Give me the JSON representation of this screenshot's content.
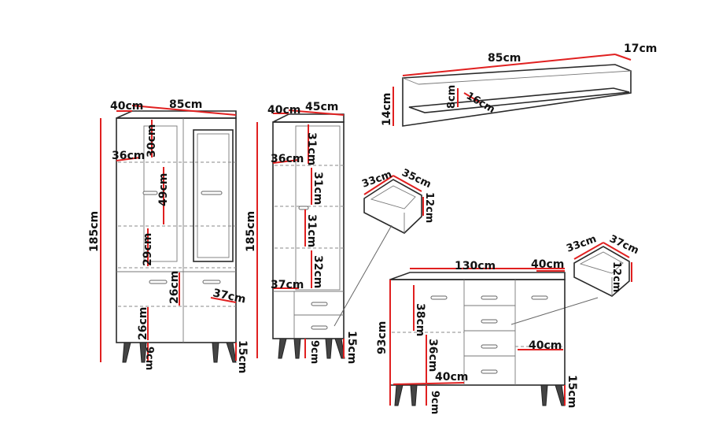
{
  "diagram": {
    "vitrine_wide": {
      "depth": "40cm",
      "width": "85cm",
      "height": "185cm",
      "top_compartment": "30cm",
      "side_depth": "36cm",
      "glass_shelf": "49cm",
      "lower_glass": "29cm",
      "drawer_zone": "26cm",
      "inner_depth": "37cm",
      "bottom_compartment": "26cm",
      "plinth": "9cm",
      "legs": "15cm"
    },
    "vitrine_narrow": {
      "depth": "40cm",
      "width": "45cm",
      "height": "185cm",
      "shelf_1": "31cm",
      "side_depth": "36cm",
      "shelf_2": "31cm",
      "shelf_3": "31cm",
      "shelf_4": "32cm",
      "inner_depth": "37cm",
      "plinth": "9cm",
      "legs": "15cm"
    },
    "wall_shelf": {
      "width": "85cm",
      "depth": "17cm",
      "height": "14cm",
      "inner_height": "8cm",
      "inner_depth": "16cm"
    },
    "drawer_small": {
      "width": "33cm",
      "depth": "35cm",
      "height": "12cm"
    },
    "drawer_large": {
      "width": "33cm",
      "depth": "37cm",
      "height": "12cm"
    },
    "sideboard": {
      "width": "130cm",
      "depth": "40cm",
      "height": "93cm",
      "upper_compartment": "38cm",
      "lower_compartment": "36cm",
      "inner_depth_right": "40cm",
      "inner_depth_left": "40cm",
      "plinth": "9cm",
      "legs": "15cm"
    }
  }
}
